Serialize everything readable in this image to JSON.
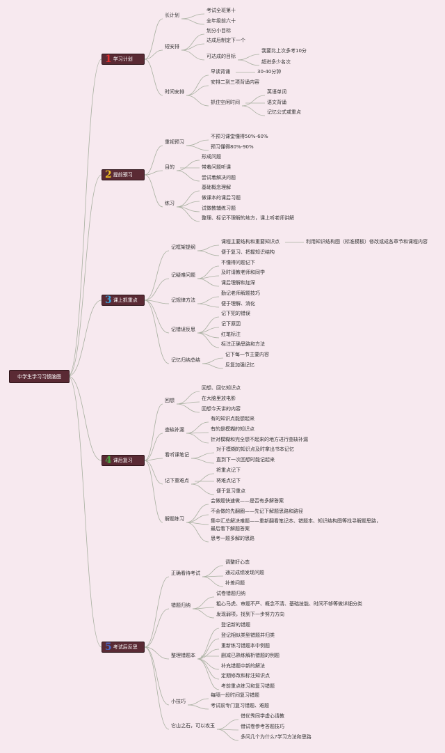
{
  "root": "中学生学习习惯脑图",
  "colors": {
    "branch_bg": "#5a2a34",
    "link": "#a8b0a0",
    "num1": "#e03030",
    "num2": "#f0c020",
    "num3": "#3aa0d8",
    "num4": "#4aa040",
    "num5": "#4a68c8"
  },
  "branches": [
    {
      "num": "1",
      "label": "学习计划"
    },
    {
      "num": "2",
      "label": "提前预习"
    },
    {
      "num": "3",
      "label": "课上抓重点"
    },
    {
      "num": "4",
      "label": "课后复习"
    },
    {
      "num": "5",
      "label": "考试后反思"
    }
  ],
  "nodes": [
    "长计划",
    "考试全班第十",
    "全年级前六十",
    "短安排",
    "划分小目标",
    "达成后制定下一个",
    "可达成的目标",
    "我要比上次多考10分",
    "超进多少名次",
    "时间安排",
    "早读背诵",
    "30-40分钟",
    "安排二到三项背诵内容",
    "抓住空闲时间",
    "英语单词",
    "语文背诵",
    "记忆公式或重点",
    "重视预习",
    "不预习课堂懂得50%-60%",
    "预习懂得80%-90%",
    "目的",
    "形成问题",
    "带着问题听课",
    "尝试着解决问题",
    "练习",
    "基础概念理解",
    "做课本的课后习题",
    "试做教辅练习题",
    "整理、标记不理解的地方，课上听老师讲解",
    "记框架提纲",
    "课程主要结构和重要知识点",
    "利用知识结构图（标准模板）修改或成各章节和课程内容",
    "便于复习、把握知识结构",
    "记疑难问题",
    "不懂得问题记下",
    "及时请教老师和同学",
    "课后理解和加深",
    "记规律方法",
    "勤记老师解题技巧",
    "便于理解、消化",
    "记错误反思",
    "记下犯的错误",
    "记下原因",
    "红笔标注",
    "标注正确思路和方法",
    "记忆归纳总结",
    "记下每一节主要内容",
    "反复加强记忆",
    "回想",
    "回想、回忆知识点",
    "在大脑里放电影",
    "回想今天讲的内容",
    "查缺补漏",
    "有的知识点能想起来",
    "有的是模糊的知识点",
    "针对模糊和完全想不起来的地方进行查缺补漏",
    "看听课笔记",
    "对于模糊的知识点及时拿出书本记忆",
    "直到下一次回想时能记起来",
    "记下重难点",
    "将重点记下",
    "将难点记下",
    "便于复习重点",
    "解题练习",
    "会做题快速做——是否有多解答案",
    "不会做的先翻圈——先记下解题思路和路径",
    "集中汇总解决难题——重新翻看笔记本、错题本、知识结构图等找寻解题思路，",
    "最后看下解题答案",
    "思考一题多解的思路",
    "正确看待考试",
    "调整好心态",
    "通过成绩发现问题",
    "补差问题",
    "错题归纳",
    "试卷错题归纳",
    "粗心马虎、审题不严、概念不清、基础技能、时间不够等做详细分类",
    "发现弱项，找到下一步努力方向",
    "整理错题本",
    "登记新的错题",
    "登记相似类型错题并归类",
    "重新练习错题本中例题",
    "删减已熟练解析错题的例题",
    "补充错题中新的解法",
    "定期修改和标注知识点",
    "考前重点练习和复习错题",
    "小技巧",
    "每隔一段时间复习错题",
    "考试前专门复习错题、难题",
    "它山之石，可以攻玉",
    "借优秀同学虚心请教",
    "借试卷参考答题技巧",
    "多问几个为什么?学习方法和思路"
  ]
}
